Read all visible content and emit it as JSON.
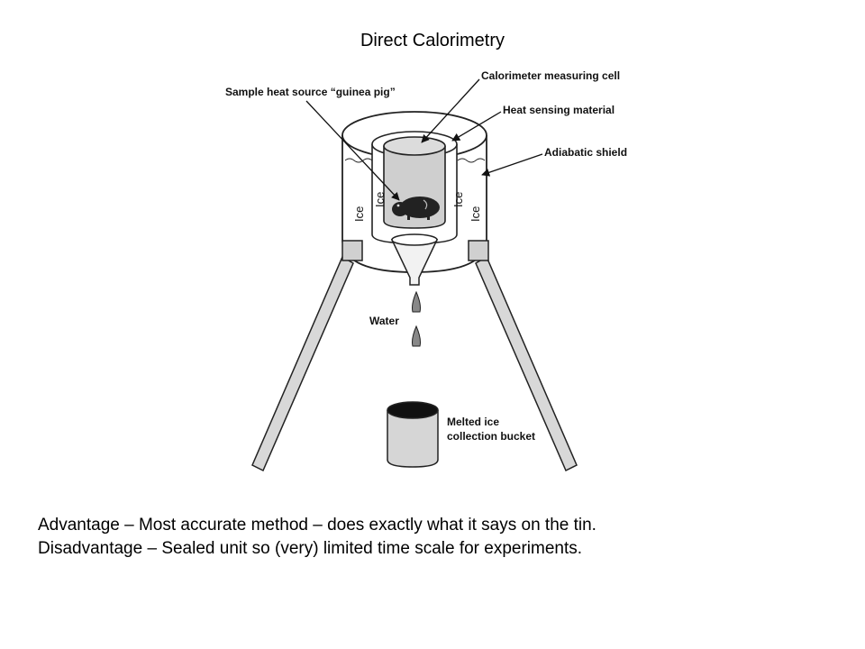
{
  "title": "Direct Calorimetry",
  "diagram": {
    "labels": {
      "sample_heat_source": "Sample heat source “guinea pig”",
      "measuring_cell": "Calorimeter measuring cell",
      "heat_sensing": "Heat sensing material",
      "adiabatic_shield": "Adiabatic shield",
      "ice": "Ice",
      "water": "Water",
      "bucket_line1": "Melted ice",
      "bucket_line2": "collection bucket"
    }
  },
  "notes": {
    "advantage": "Advantage – Most accurate method – does exactly what it says on the tin.",
    "disadvantage": "Disadvantage – Sealed unit so (very) limited time scale for experiments."
  }
}
